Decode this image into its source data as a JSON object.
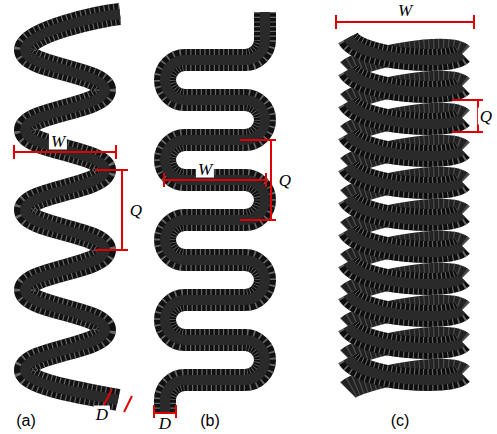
{
  "diagram": {
    "labels": [
      "W",
      "Q",
      "D",
      "W",
      "Q",
      "D",
      "W",
      "Q",
      "(a)",
      "(b)",
      "(c)"
    ]
  }
}
